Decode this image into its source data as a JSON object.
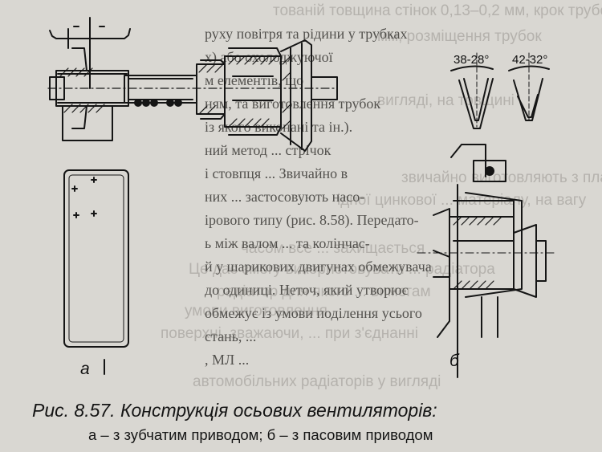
{
  "figure": {
    "label_a": "а",
    "label_b": "б",
    "angle_left": "38-28°",
    "angle_right": "42-32°"
  },
  "caption": {
    "title": "Рис. 8.57. Конструкція осьових вентиляторів:",
    "subtitle": "а – з зубчатим приводом; б – з пасовим приводом"
  }
}
